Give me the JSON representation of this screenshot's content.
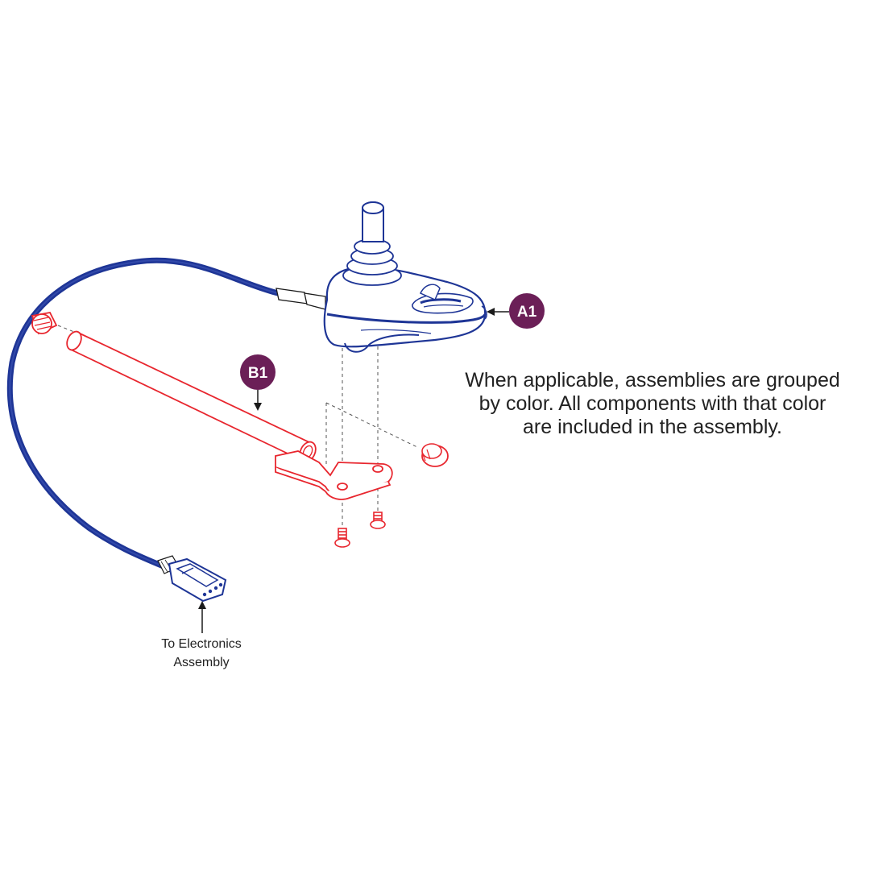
{
  "callouts": {
    "a1": "A1",
    "b1": "B1"
  },
  "note_lines": [
    "When applicable, assemblies are grouped",
    "by color. All components with that color",
    "are included in the assembly."
  ],
  "connector_caption_lines": [
    "To Electronics",
    "Assembly"
  ],
  "colors": {
    "assembly_a1": "#1e3596",
    "assembly_b1": "#e8262e",
    "callout_badge": "#6b1f57",
    "line_art": "#1a1a1a"
  }
}
